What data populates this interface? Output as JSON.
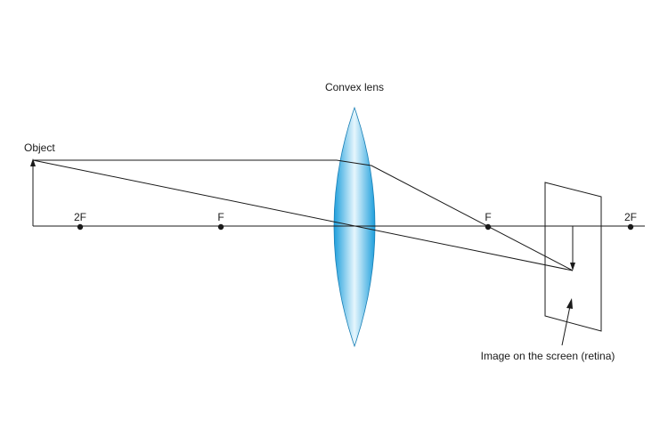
{
  "labels": {
    "lens": "Convex lens",
    "object": "Object",
    "image": "Image on the screen (retina)"
  },
  "points": [
    {
      "id": "2f-left",
      "label": "2F"
    },
    {
      "id": "f-left",
      "label": "F"
    },
    {
      "id": "f-right",
      "label": "F"
    },
    {
      "id": "2f-right",
      "label": "2F"
    }
  ],
  "colors": {
    "lens_edge": "#1e9fdc",
    "lens_center": "#e6f6fd",
    "lens_stroke": "#1a7fb5",
    "ink": "#1a1a1a"
  }
}
